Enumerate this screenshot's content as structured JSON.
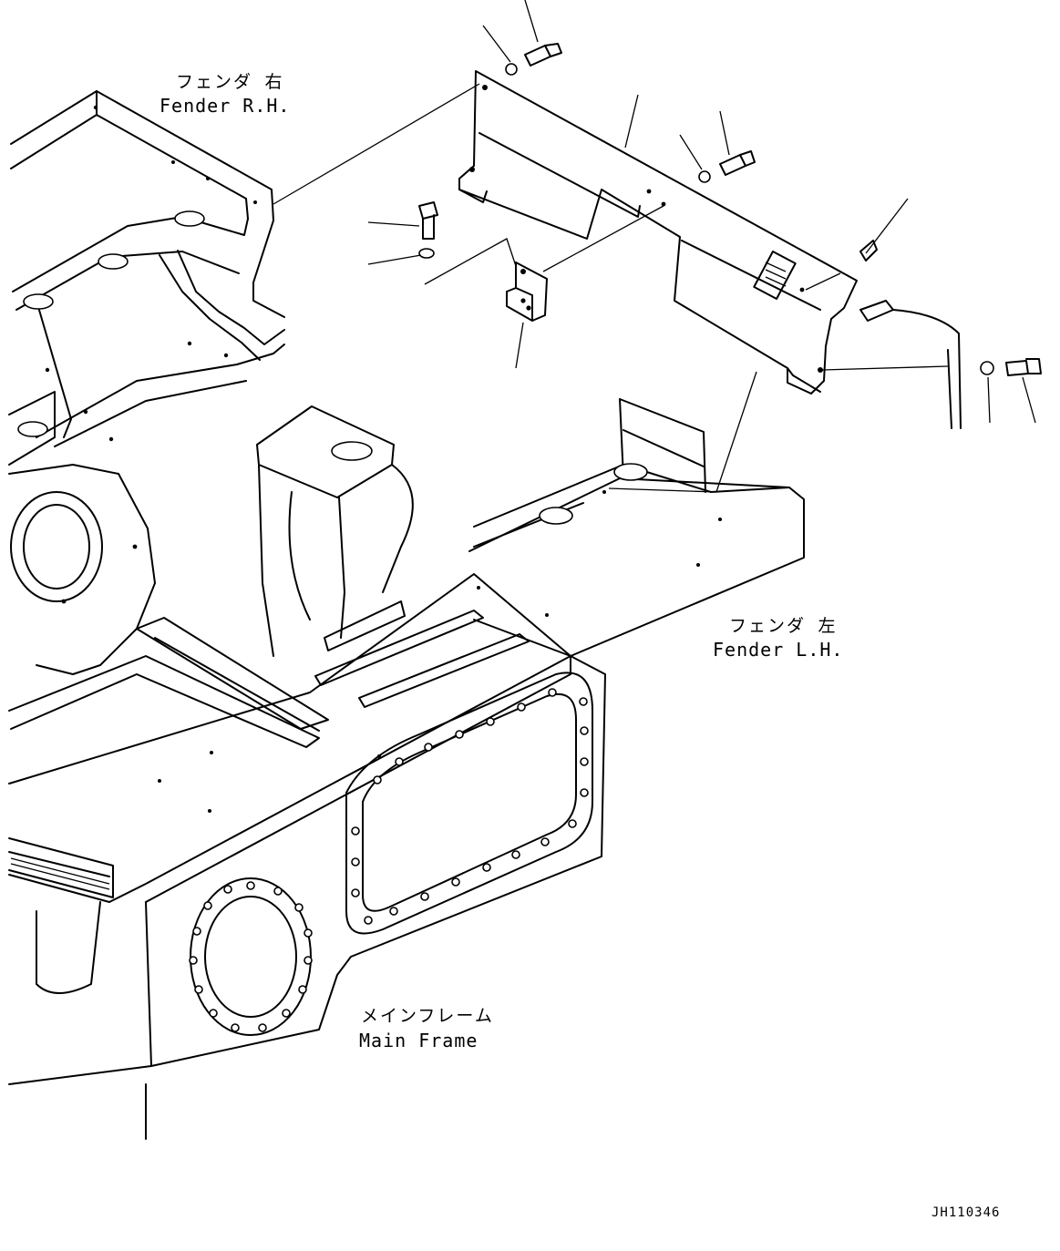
{
  "labels": {
    "fender_rh_jp": "フェンダ 右",
    "fender_rh_en": "Fender R.H.",
    "fender_lh_jp": "フェンダ 左",
    "fender_lh_en": "Fender L.H.",
    "main_frame_jp": "メインフレーム",
    "main_frame_en": "Main Frame",
    "drawing_code": "JH110346"
  }
}
